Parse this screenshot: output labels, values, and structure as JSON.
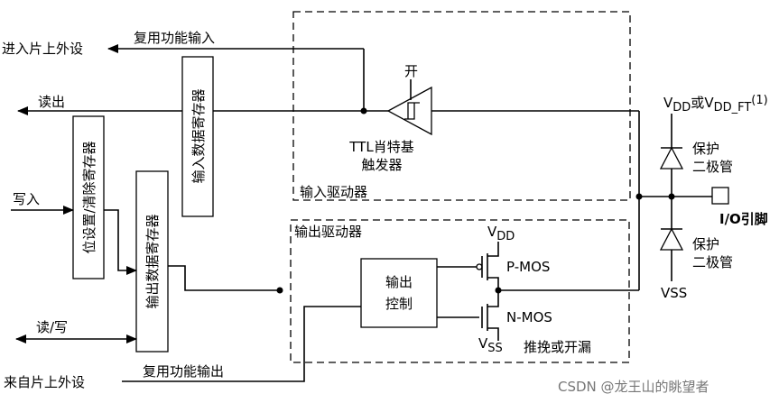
{
  "labels": {
    "into_peripheral": "进入片上外设",
    "alt_input": "复用功能输入",
    "read_out": "读出",
    "write_in": "写入",
    "read_write": "读/写",
    "from_peripheral": "来自片上外设",
    "alt_output": "复用功能输出",
    "input_data_reg": "输入数据寄存器",
    "bit_set_reset_reg": "位设置/清除寄存器",
    "output_data_reg": "输出数据寄存器",
    "switch_on": "开",
    "ttl_schmitt_line1": "TTL肖特基",
    "ttl_schmitt_line2": "触发器",
    "input_driver": "输入驱动器",
    "output_driver": "输出驱动器",
    "output_control_line1": "输出",
    "output_control_line2": "控制",
    "vdd_top_main": "V",
    "vdd_top_sub": "DD",
    "pmos": "P-MOS",
    "nmos": "N-MOS",
    "vss_left_main": "V",
    "vss_left_sub": "SS",
    "push_pull_open_drain": "推挽或开漏",
    "vdd_supply_v1": "V",
    "vdd_supply_dd": "DD",
    "vdd_supply_or": "或",
    "vdd_supply_v2": "V",
    "vdd_supply_ddft": "DD_FT",
    "vdd_supply_note": "(1)",
    "protect_top_line1": "保护",
    "protect_top_line2": "二极管",
    "protect_bottom_line1": "保护",
    "protect_bottom_line2": "二极管",
    "vss_right": "VSS",
    "io_pin": "I/O引脚",
    "watermark": "CSDN @龙王山的眺望者"
  }
}
